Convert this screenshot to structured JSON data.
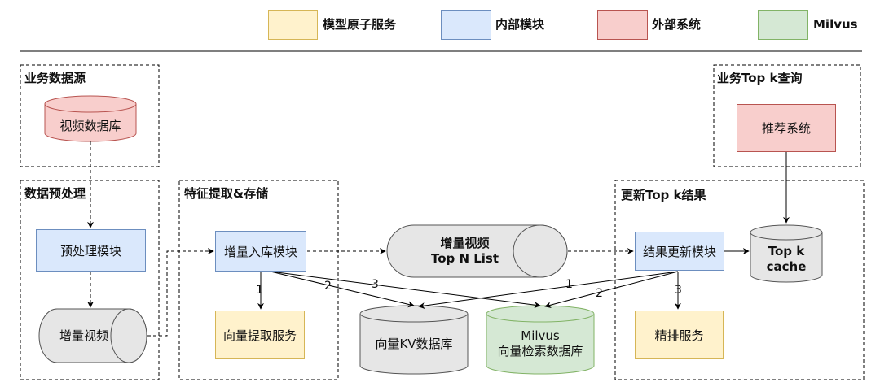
{
  "legend": [
    {
      "label": "模型原子服务",
      "fill": "#fff2cc",
      "stroke": "#d6b656"
    },
    {
      "label": "内部模块",
      "fill": "#dae8fc",
      "stroke": "#6c8ebf"
    },
    {
      "label": "外部系统",
      "fill": "#f8cecc",
      "stroke": "#b85450"
    },
    {
      "label": "Milvus",
      "fill": "#d5e8d4",
      "stroke": "#82b366"
    }
  ],
  "groups": {
    "biz_source": "业务数据源",
    "preprocess": "数据预处理",
    "feature": "特征提取&存储",
    "update_topk": "更新Top k结果",
    "biz_query": "业务Top k查询"
  },
  "nodes": {
    "video_db": "视频数据库",
    "preprocess_module": "预处理模块",
    "incr_video": "增量视频",
    "incr_ingest": "增量入库模块",
    "vector_extract": "向量提取服务",
    "topn_list_line1": "增量视频",
    "topn_list_line2": "Top N List",
    "kv_db": "向量KV数据库",
    "milvus_line1": "Milvus",
    "milvus_line2": "向量检索数据库",
    "result_update": "结果更新模块",
    "topk_cache_line1": "Top k",
    "topk_cache_line2": "cache",
    "rerank": "精排服务",
    "recommend": "推荐系统"
  },
  "edge_labels": {
    "ingest_extract": "1",
    "ingest_kv": "2",
    "ingest_milvus": "3",
    "update_kv": "1",
    "update_milvus": "2",
    "update_rerank": "3"
  }
}
